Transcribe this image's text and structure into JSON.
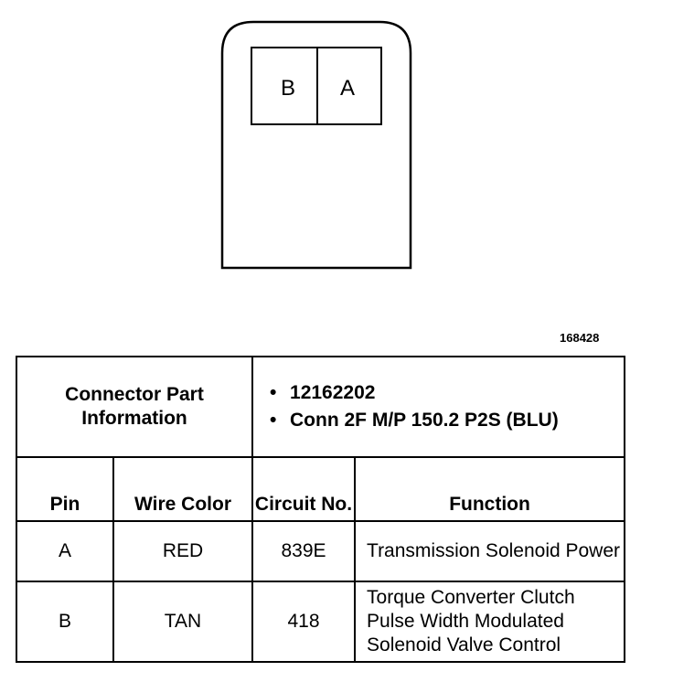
{
  "figure_number": "168428",
  "connector": {
    "cavities": [
      "B",
      "A"
    ]
  },
  "part_info": {
    "label": "Connector Part Information",
    "items": [
      "12162202",
      "Conn 2F M/P 150.2 P2S (BLU)"
    ]
  },
  "columns": {
    "pin": "Pin",
    "wire_color": "Wire Color",
    "circuit": "Circuit No.",
    "function": "Function"
  },
  "rows": [
    {
      "pin": "A",
      "wire_color": "RED",
      "circuit": "839E",
      "function": "Transmission Solenoid Power"
    },
    {
      "pin": "B",
      "wire_color": "TAN",
      "circuit": "418",
      "function": "Torque Converter Clutch Pulse Width Modulated Solenoid Valve Control"
    }
  ]
}
